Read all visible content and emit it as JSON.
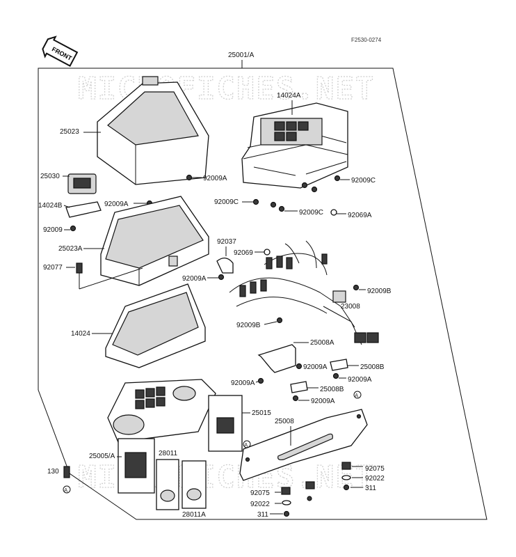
{
  "figure_code": "F2530-0274",
  "front_label": "FRONT",
  "watermark": "MICROFICHES.NET",
  "labels": {
    "assembly": "25001/A",
    "case": "14024A",
    "cover": "25023",
    "pilot_lamp": "25030",
    "bracket_14024B": "14024B",
    "screw_92009": "92009",
    "screw_92009A_1": "92009A",
    "screw_92009A_2": "92009A",
    "screw_92009A_3": "92009A",
    "screw_92009A_4": "92009A",
    "screw_92009A_5": "92009A",
    "screw_92009A_6": "92009A",
    "screw_92009A_7": "92009A",
    "screw_92009C_1": "92009C",
    "screw_92009C_2": "92009C",
    "screw_92009C_3": "92009C",
    "screw_92009B_1": "92009B",
    "screw_92009B_2": "92009B",
    "screw_92069A": "92069A",
    "screw_92069": "92069",
    "lens_25023A": "25023A",
    "clamp_92037": "92037",
    "grommet_92077": "92077",
    "harness_23008": "23008",
    "bracket_25008A": "25008A",
    "bracket_25008B_1": "25008B",
    "bracket_25008B_2": "25008B",
    "visor_14024": "14024",
    "socket_25015": "25015",
    "bracket_25008": "25008",
    "meter_25005A": "25005/A",
    "socket_28011": "28011",
    "socket_28011A": "28011A",
    "screw_130": "130",
    "damper_92075_1": "92075",
    "damper_92075_2": "92075",
    "washer_92022_1": "92022",
    "washer_92022_2": "92022",
    "nut_311_1": "311",
    "nut_311_2": "311",
    "ref_a": "A"
  }
}
